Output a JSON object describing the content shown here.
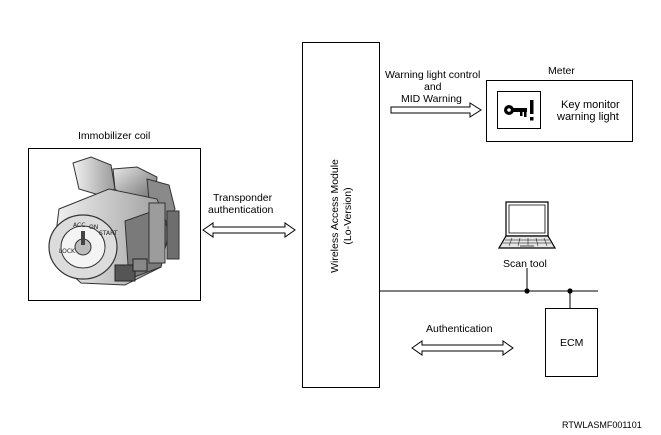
{
  "immobilizer": {
    "label": "Immobilizer coil",
    "icon": "immobilizer-coil-illustration-icon"
  },
  "transponder": {
    "line1": "Transponder",
    "line2": "authentication"
  },
  "module": {
    "line1": "Wireless Access Module",
    "line2": "(Lo-Version)"
  },
  "warning": {
    "line1": "Warning light control",
    "line2": "and",
    "line3": "MID Warning"
  },
  "meter": {
    "title": "Meter",
    "light_line1": "Key monitor",
    "light_line2": "warning light",
    "icon": "key-warning-icon"
  },
  "scan_tool": {
    "label": "Scan tool",
    "icon": "laptop-icon"
  },
  "authentication": {
    "label": "Authentication"
  },
  "ecm": {
    "label": "ECM"
  },
  "figure_code": "RTWLASMF001101"
}
